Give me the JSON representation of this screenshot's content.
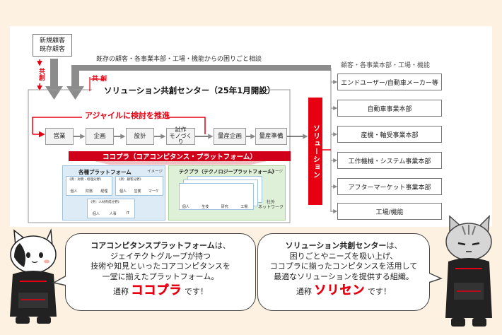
{
  "top_left": {
    "line1": "新規顧客",
    "line2": "既存顧客"
  },
  "kyoso_vertical": "共創",
  "consult_label": "既存の顧客・各事業本部・工場・機能からの困りごと相談",
  "kyoso_small": "共 創",
  "center_title": "ソリューション共創センター（25年1月開設）",
  "agile_label": "アジャイルに検討を推進",
  "process_steps": [
    "営業",
    "企画",
    "設計",
    "試作\nモノづくり",
    "量産企画",
    "量産準備"
  ],
  "solution_vertical": "ソリューション",
  "customer_header": "顧客・各事業本部・工場・機能",
  "customers": [
    "エンドユーザー/自動車メーカー等",
    "自動車事業本部",
    "産機・軸受事業本部",
    "工作機械・システム事業本部",
    "アフターマーケット事業本部",
    "工場/機能"
  ],
  "cocopura_bar": "ココプラ（コアコンピタンス・プラットフォーム）",
  "platform_panel": {
    "title": "各種プラットフォーム",
    "image_tag": "イメージ",
    "groups": [
      {
        "tag": "《例：財務・経理分野》",
        "people": [
          "個人",
          "財務",
          "経理"
        ]
      },
      {
        "tag": "《例：顧客分野》",
        "people": [
          "個人",
          "営業",
          "マーケ"
        ]
      },
      {
        "tag": "《例：人材育成分野》",
        "people": [
          "個人",
          "人事",
          "IT"
        ]
      }
    ]
  },
  "tech_panel": {
    "title": "テクプラ（テクノロジープラットフォーム）",
    "image_tag": "イメージ",
    "people": [
      "個人",
      "生技",
      "研究",
      "工場"
    ],
    "network": "社外\nネットワーク"
  },
  "left_bubble": {
    "line1_strong": "コアコンピタンスプラットフォーム",
    "line1_rest": "は、",
    "line2": "ジェイテクトグループが持つ",
    "line3": "技術や知見といったコアコンピタンスを",
    "line4": "一堂に揃えたプラットフォーム。",
    "nick_prefix": "通称",
    "nickname": "ココプラ",
    "nick_suffix": "です！"
  },
  "right_bubble": {
    "line1_strong": "ソリューション共創センター",
    "line1_rest": "は、",
    "line2": "困りごとやニーズを吸い上げ、",
    "line3": "ココプラに揃ったコンピタンスを活用して",
    "line4": "最適なソリューションを提供する組織。",
    "nick_prefix": "通称",
    "nickname": "ソリセン",
    "nick_suffix": "です！"
  },
  "colors": {
    "accent_red": "#e60012",
    "gray_arrow": "#8c8c8c",
    "panel_blue": "#dcebf5",
    "panel_green": "#dff0d8",
    "background": "#fdf1e1"
  }
}
